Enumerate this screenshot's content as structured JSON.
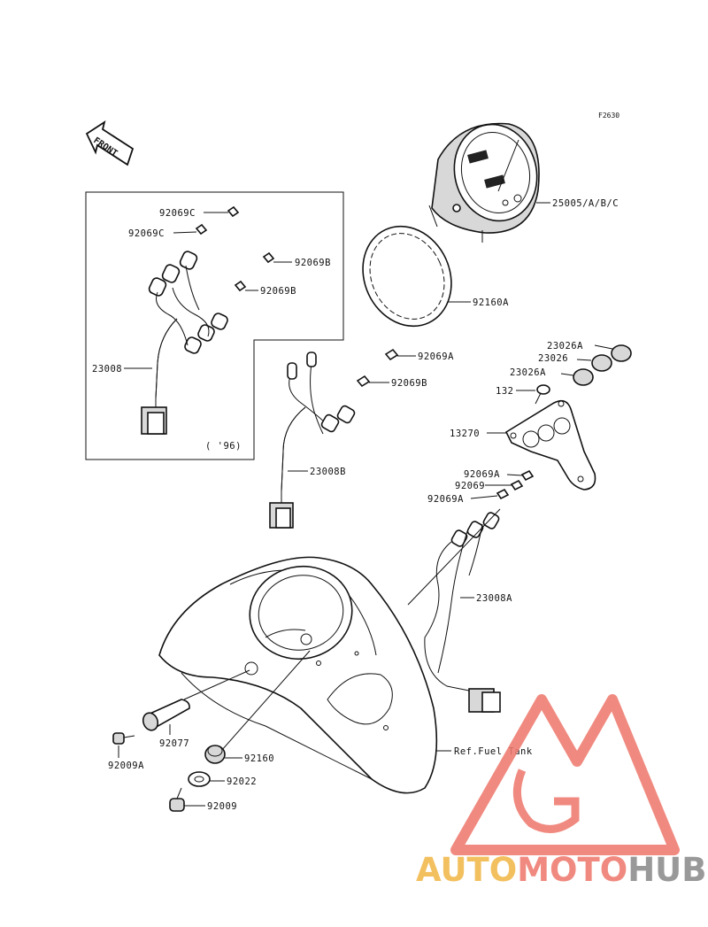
{
  "figure_code": "F2630",
  "front_label": "FRONT",
  "inset_note": "( '96)",
  "labels": {
    "p25005": "25005/A/B/C",
    "p92160A": "92160A",
    "p23026A_top": "23026A",
    "p23026": "23026",
    "p23026A_mid": "23026A",
    "p132": "132",
    "p13270": "13270",
    "p92069A_r1": "92069A",
    "p92069_r": "92069",
    "p92069A_r2": "92069A",
    "p23008A": "23008A",
    "p92069A_c": "92069A",
    "p92069B_c": "92069B",
    "p23008B": "23008B",
    "p92069C_1": "92069C",
    "p92069C_2": "92069C",
    "p92069B_i1": "92069B",
    "p92069B_i2": "92069B",
    "p23008": "23008",
    "p92077": "92077",
    "p92009A": "92009A",
    "p92160": "92160",
    "p92022": "92022",
    "p92009": "92009",
    "ref_fuel_tank": "Ref.Fuel Tank"
  },
  "watermark": {
    "part1": "AUTO",
    "part2": "MOTO",
    "part3": "HUB",
    "color_orange": "#f2b84b",
    "color_red": "#ee7b6f",
    "color_gray": "#8c8c8c"
  }
}
